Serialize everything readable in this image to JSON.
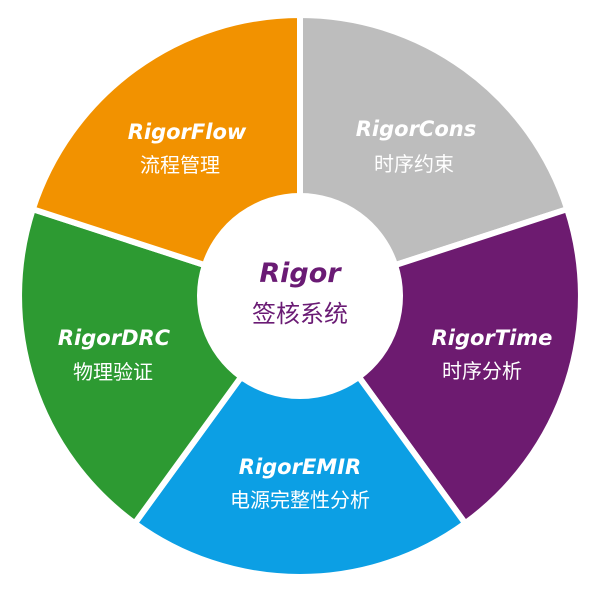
{
  "center": {
    "title": "Rigor",
    "subtitle": "签核系统",
    "color": "#6a1b74"
  },
  "segments": [
    {
      "title": "RigorCons",
      "subtitle": "时序约束",
      "color": "#bdbdbd"
    },
    {
      "title": "RigorTime",
      "subtitle": "时序分析",
      "color": "#6d1b70"
    },
    {
      "title": "RigorEMIR",
      "subtitle": "电源完整性分析",
      "color": "#0c9fe4"
    },
    {
      "title": "RigorDRC",
      "subtitle": "物理验证",
      "color": "#2d9a32"
    },
    {
      "title": "RigorFlow",
      "subtitle": "流程管理",
      "color": "#f29200"
    }
  ]
}
